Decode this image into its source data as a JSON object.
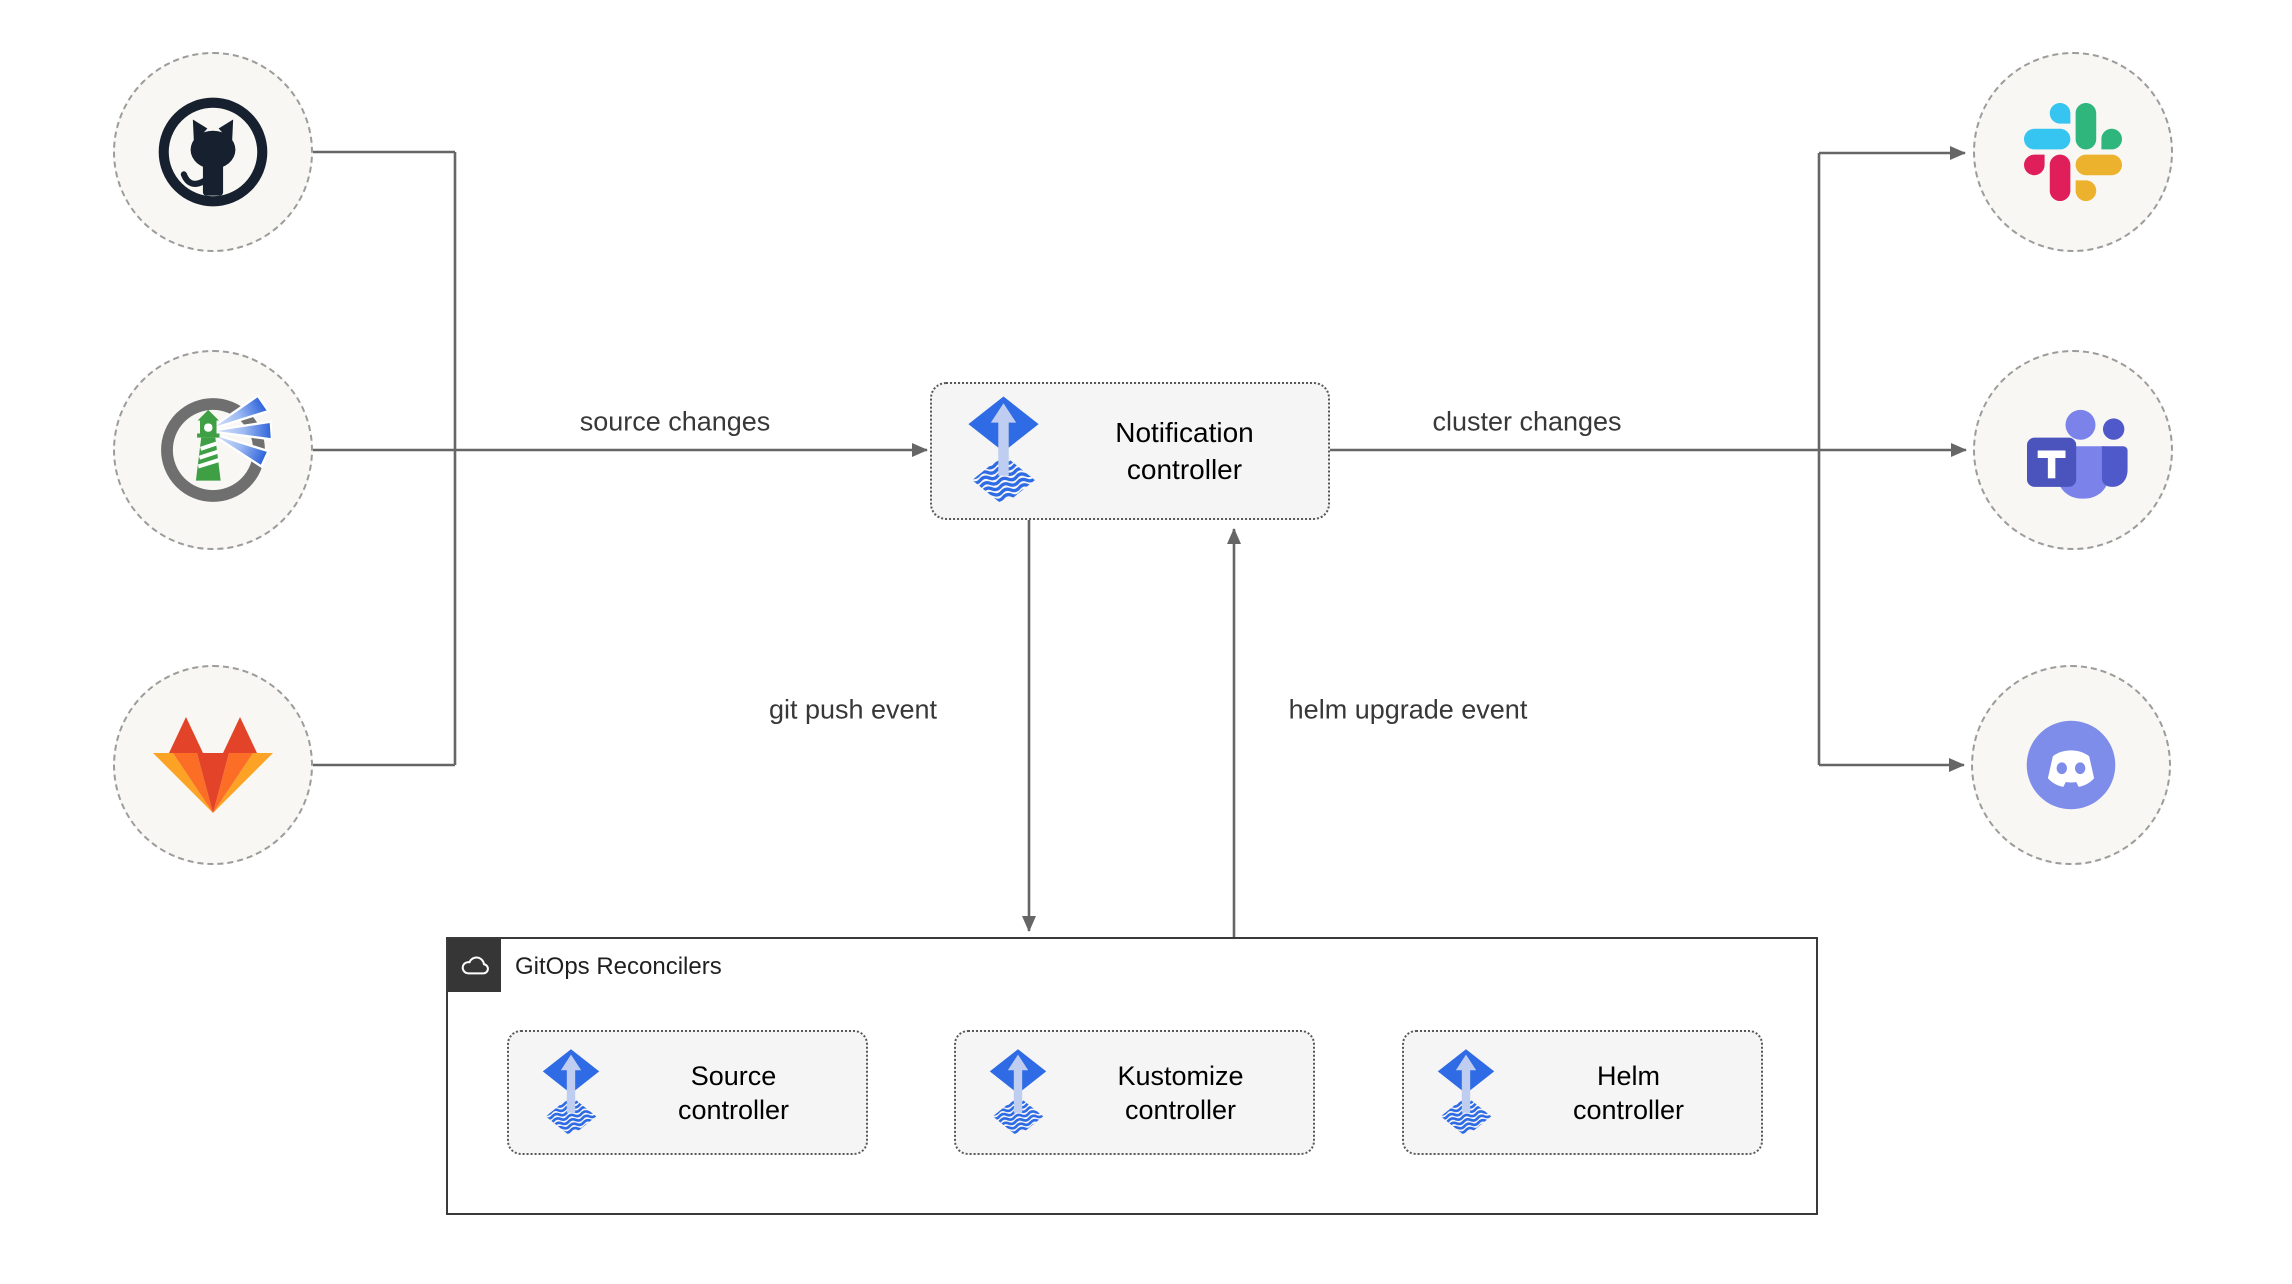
{
  "diagram": {
    "sources": [
      {
        "id": "github",
        "icon": "github-icon"
      },
      {
        "id": "harbor",
        "icon": "harbor-icon"
      },
      {
        "id": "gitlab",
        "icon": "gitlab-icon"
      }
    ],
    "targets": [
      {
        "id": "slack",
        "icon": "slack-icon"
      },
      {
        "id": "teams",
        "icon": "ms-teams-icon"
      },
      {
        "id": "discord",
        "icon": "discord-icon"
      }
    ],
    "notification_controller": {
      "icon": "flux-icon",
      "line1": "Notification",
      "line2": "controller"
    },
    "edges": {
      "source_changes": "source changes",
      "cluster_changes": "cluster changes",
      "git_push_event": "git push event",
      "helm_upgrade_event": "helm upgrade event"
    },
    "reconcilers": {
      "title": "GitOps Reconcilers",
      "badge_icon": "cloud-icon",
      "items": [
        {
          "icon": "flux-icon",
          "line1": "Source",
          "line2": "controller"
        },
        {
          "icon": "flux-icon",
          "line1": "Kustomize",
          "line2": "controller"
        },
        {
          "icon": "flux-icon",
          "line1": "Helm",
          "line2": "controller"
        }
      ]
    },
    "colors": {
      "connector_line": "#666666",
      "node_background": "#f8f7f3",
      "node_border": "#9c9c9c",
      "box_background": "#f5f5f5",
      "box_border": "#585858",
      "container_border": "#3a3a3a",
      "badge_background": "#363636",
      "flux_blue": "#2e6be4",
      "flux_arrow_light": "#becdf0",
      "gitlab_red": "#e24329",
      "gitlab_orange": "#fc6d26",
      "gitlab_yellow": "#fca326",
      "slack_blue": "#36c5f0",
      "slack_green": "#2eb67d",
      "slack_red": "#e01e5a",
      "slack_yellow": "#ecb22e",
      "teams_purple": "#4b53bc",
      "discord_blurple": "#7e8cea",
      "harbor_green": "#3f9f44",
      "github_dark": "#16202e"
    }
  }
}
